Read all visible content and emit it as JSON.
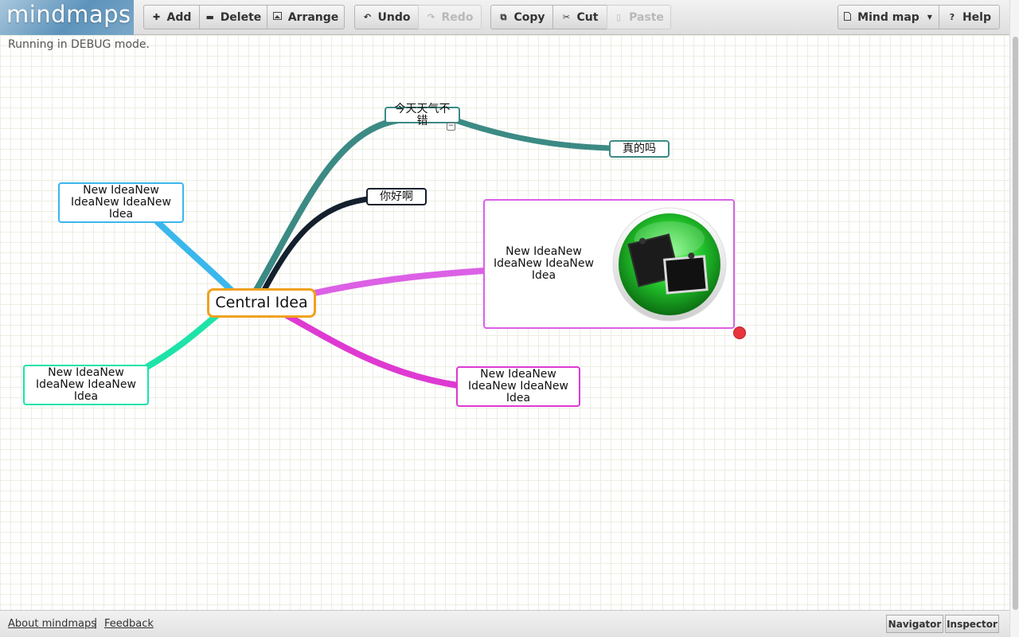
{
  "app": {
    "logo": "mindmaps"
  },
  "toolbar": {
    "add": "Add",
    "delete": "Delete",
    "arrange": "Arrange",
    "undo": "Undo",
    "redo": "Redo",
    "copy": "Copy",
    "cut": "Cut",
    "paste": "Paste",
    "mindmap_menu": "Mind map",
    "help": "Help"
  },
  "canvas": {
    "status": "Running in DEBUG mode.",
    "nodes": {
      "central": "Central Idea",
      "cn1": "今天天气不错",
      "cn1_child": "真的吗",
      "cn2": "你好啊",
      "image_node": "New IdeaNew IdeaNew IdeaNew Idea",
      "upper_left": "New IdeaNew IdeaNew IdeaNew Idea",
      "lower_left": "New IdeaNew IdeaNew IdeaNew Idea",
      "lower_right": "New IdeaNew IdeaNew IdeaNew Idea"
    },
    "collapse_toggle": "−"
  },
  "branch_colors": {
    "central_border": "#f0a21f",
    "teal": "#3c8a84",
    "navy": "#14202d",
    "violet": "#dc60e6",
    "sky": "#3ab7ec",
    "mint": "#1ee3a8",
    "magenta": "#de3ad2",
    "handle": "#e8343d"
  },
  "icons": {
    "add": "plus-icon",
    "delete": "minus-icon",
    "arrange": "image-icon",
    "undo": "undo-arrow-icon",
    "redo": "redo-arrow-icon",
    "copy": "copy-icon",
    "cut": "scissors-icon",
    "paste": "clipboard-icon",
    "mindmap_menu": "document-icon",
    "help": "question-icon",
    "node_image": "photo-frames-icon"
  },
  "footer": {
    "about": "About mindmaps",
    "separator": "|",
    "feedback": "Feedback",
    "navigator": "Navigator",
    "inspector": "Inspector"
  }
}
